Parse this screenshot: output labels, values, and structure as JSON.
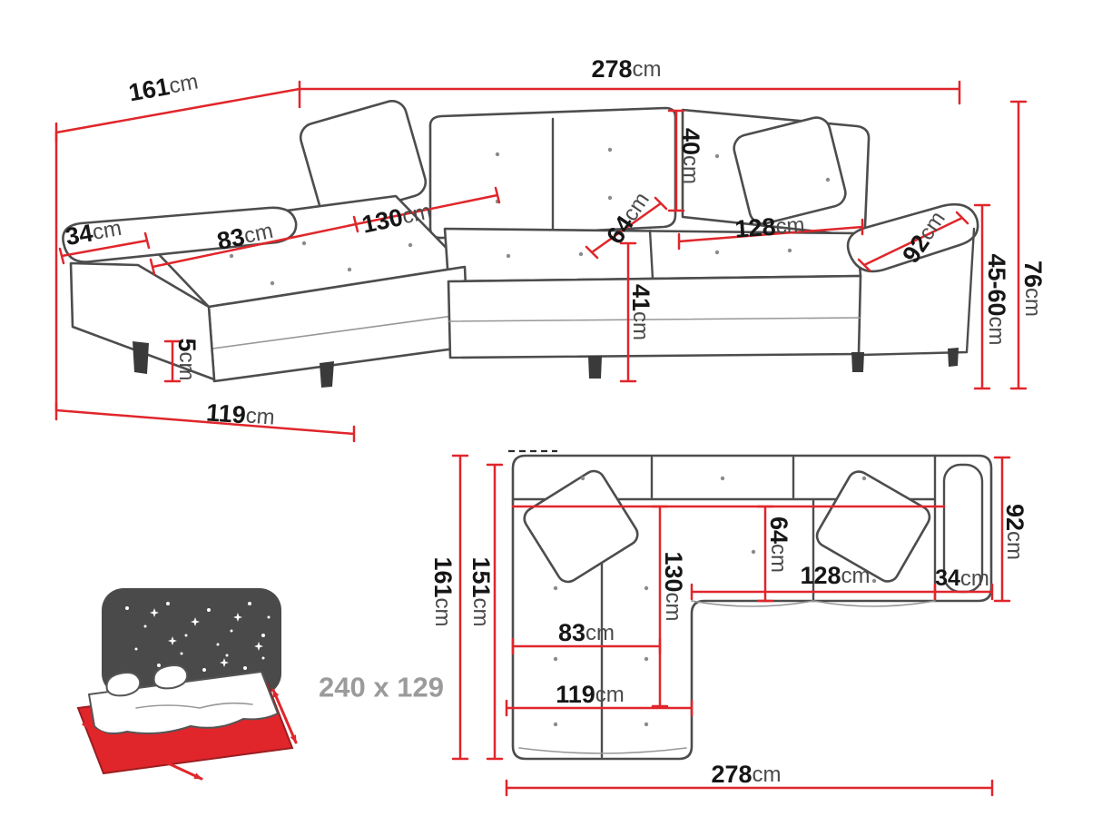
{
  "colors": {
    "dimension_red": "#e0262b",
    "outline_gray": "#4d4d4d"
  },
  "perspective_view": {
    "total_width": {
      "v": "278",
      "u": "cm"
    },
    "total_depth": {
      "v": "161",
      "u": "cm"
    },
    "backrest_height": {
      "v": "40",
      "u": "cm"
    },
    "left_armrest_width": {
      "v": "34",
      "u": "cm"
    },
    "chaise_seat_width": {
      "v": "83",
      "u": "cm"
    },
    "chaise_seat_length": {
      "v": "130",
      "u": "cm"
    },
    "seat_depth": {
      "v": "64",
      "u": "cm"
    },
    "seat_width": {
      "v": "128",
      "u": "cm"
    },
    "right_armrest_length": {
      "v": "92",
      "u": "cm"
    },
    "seat_height": {
      "v": "41",
      "u": "cm"
    },
    "leg_height": {
      "v": "5",
      "u": "cm"
    },
    "chaise_outer_width": {
      "v": "119",
      "u": "cm"
    },
    "total_height": {
      "v": "76",
      "u": "cm"
    },
    "armrest_height": {
      "v": "45-60",
      "u": "cm"
    }
  },
  "plan_view": {
    "total_depth": {
      "v": "161",
      "u": "cm"
    },
    "inner_depth": {
      "v": "151",
      "u": "cm"
    },
    "chaise_length": {
      "v": "130",
      "u": "cm"
    },
    "seat_depth": {
      "v": "64",
      "u": "cm"
    },
    "armrest_length": {
      "v": "92",
      "u": "cm"
    },
    "seat_width": {
      "v": "128",
      "u": "cm"
    },
    "armrest_width": {
      "v": "34",
      "u": "cm"
    },
    "chaise_width": {
      "v": "83",
      "u": "cm"
    },
    "chaise_outer_width": {
      "v": "119",
      "u": "cm"
    },
    "total_width": {
      "v": "278",
      "u": "cm"
    }
  },
  "sleeping_area": {
    "size": "240 x 129"
  }
}
